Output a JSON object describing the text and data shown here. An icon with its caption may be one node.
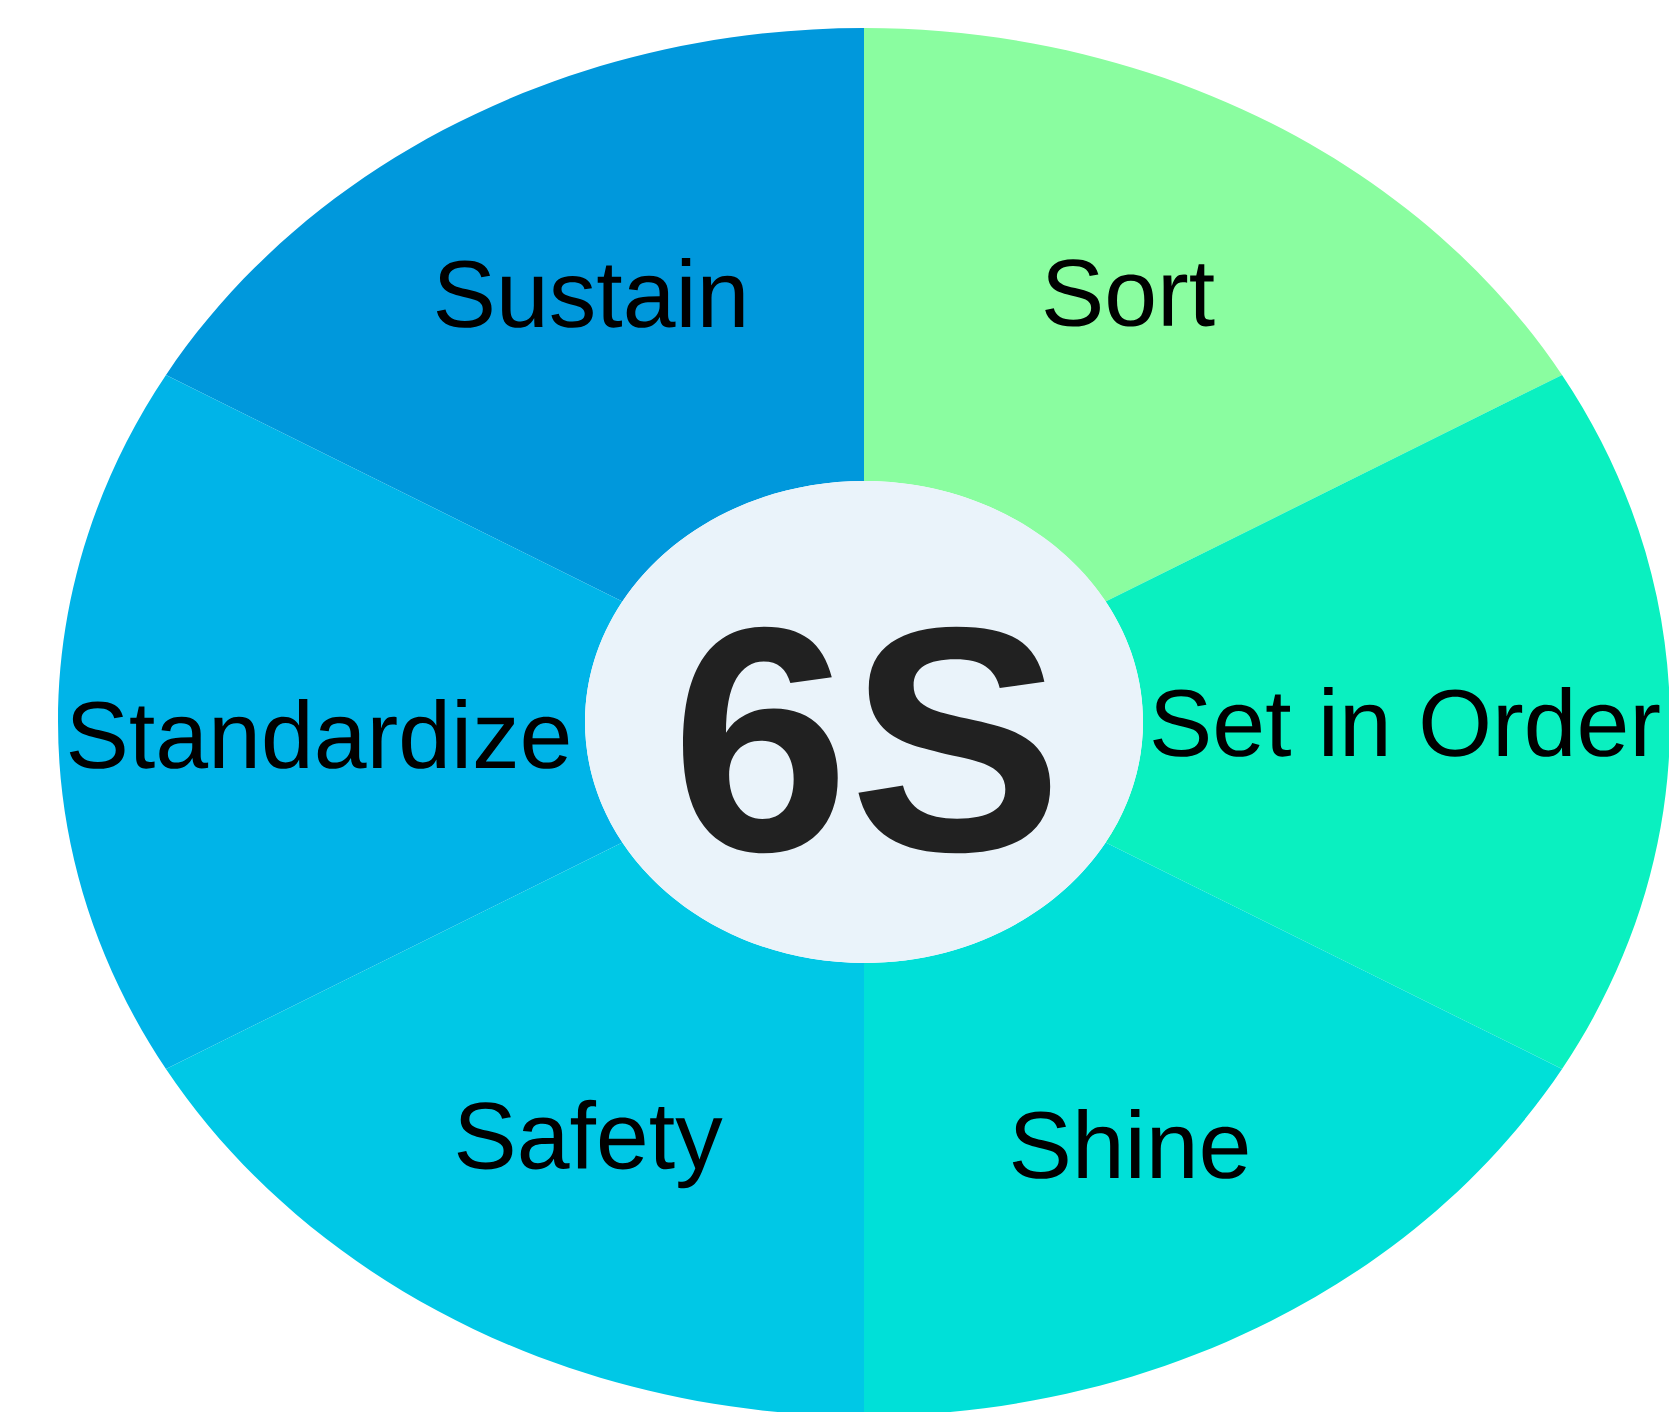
{
  "diagram": {
    "nodes": [
      {
        "text": [
          "Sustain"
        ]
      },
      {
        "text": [
          "Sort"
        ]
      },
      {
        "text": [
          "Standardize"
        ]
      },
      {
        "text": [
          "6S"
        ]
      },
      {
        "text": [
          "Set in Order"
        ]
      },
      {
        "text": [
          "Safety"
        ]
      },
      {
        "text": [
          "Shine"
        ]
      }
    ]
  }
}
